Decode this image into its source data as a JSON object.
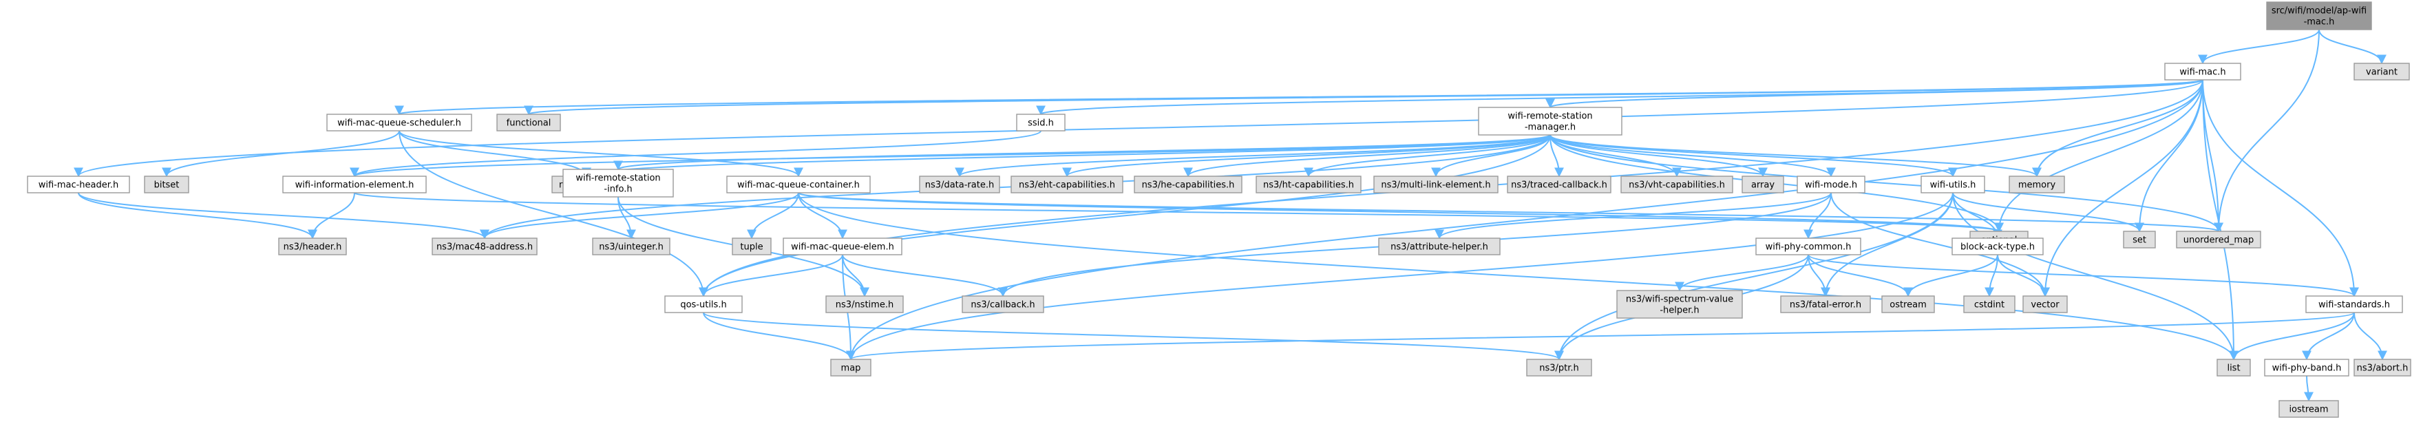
{
  "graph_title": "src/wifi/model/ap-wifi-mac.h",
  "colors": {
    "edge": "#63b8ff",
    "root_fill": "#999999",
    "local_fill": "#ffffff",
    "system_fill": "#e0e0e0",
    "node_border": "#999999"
  },
  "nodes": [
    {
      "id": "root",
      "kind": "root",
      "lines": [
        "src/wifi/model/ap-wifi",
        "-mac.h"
      ]
    },
    {
      "id": "variant",
      "kind": "system",
      "lines": [
        "variant"
      ]
    },
    {
      "id": "wifi_mac",
      "kind": "local",
      "lines": [
        "wifi-mac.h"
      ]
    },
    {
      "id": "functional",
      "kind": "system",
      "lines": [
        "functional"
      ]
    },
    {
      "id": "wifi_mac_queue_scheduler",
      "kind": "local",
      "lines": [
        "wifi-mac-queue-scheduler.h"
      ]
    },
    {
      "id": "ssid",
      "kind": "local",
      "lines": [
        "ssid.h"
      ]
    },
    {
      "id": "wifi_remote_station_manager",
      "kind": "local",
      "lines": [
        "wifi-remote-station",
        "-manager.h"
      ]
    },
    {
      "id": "memory",
      "kind": "system",
      "lines": [
        "memory"
      ]
    },
    {
      "id": "wifi_mac_header",
      "kind": "local",
      "lines": [
        "wifi-mac-header.h"
      ]
    },
    {
      "id": "bitset",
      "kind": "system",
      "lines": [
        "bitset"
      ]
    },
    {
      "id": "wifi_information_element",
      "kind": "local",
      "lines": [
        "wifi-information-element.h"
      ]
    },
    {
      "id": "ns3_object",
      "kind": "system",
      "lines": [
        "ns3/object.h"
      ]
    },
    {
      "id": "wifi_remote_station_info",
      "kind": "local",
      "lines": [
        "wifi-remote-station",
        "-info.h"
      ]
    },
    {
      "id": "wifi_mac_queue_container",
      "kind": "local",
      "lines": [
        "wifi-mac-queue-container.h"
      ]
    },
    {
      "id": "ns3_data_rate",
      "kind": "system",
      "lines": [
        "ns3/data-rate.h"
      ]
    },
    {
      "id": "ns3_eht_cap",
      "kind": "system",
      "lines": [
        "ns3/eht-capabilities.h"
      ]
    },
    {
      "id": "ns3_he_cap",
      "kind": "system",
      "lines": [
        "ns3/he-capabilities.h"
      ]
    },
    {
      "id": "ns3_ht_cap",
      "kind": "system",
      "lines": [
        "ns3/ht-capabilities.h"
      ]
    },
    {
      "id": "ns3_mle",
      "kind": "system",
      "lines": [
        "ns3/multi-link-element.h"
      ]
    },
    {
      "id": "ns3_traced_callback",
      "kind": "system",
      "lines": [
        "ns3/traced-callback.h"
      ]
    },
    {
      "id": "ns3_vht_cap",
      "kind": "system",
      "lines": [
        "ns3/vht-capabilities.h"
      ]
    },
    {
      "id": "array",
      "kind": "system",
      "lines": [
        "array"
      ]
    },
    {
      "id": "wifi_mode",
      "kind": "local",
      "lines": [
        "wifi-mode.h"
      ]
    },
    {
      "id": "wifi_utils",
      "kind": "local",
      "lines": [
        "wifi-utils.h"
      ]
    },
    {
      "id": "ns3_header",
      "kind": "system",
      "lines": [
        "ns3/header.h"
      ]
    },
    {
      "id": "ns3_mac48",
      "kind": "system",
      "lines": [
        "ns3/mac48-address.h"
      ]
    },
    {
      "id": "ns3_uinteger",
      "kind": "system",
      "lines": [
        "ns3/uinteger.h"
      ]
    },
    {
      "id": "tuple",
      "kind": "system",
      "lines": [
        "tuple"
      ]
    },
    {
      "id": "wifi_mac_queue_elem",
      "kind": "local",
      "lines": [
        "wifi-mac-queue-elem.h"
      ]
    },
    {
      "id": "ns3_attribute_helper",
      "kind": "system",
      "lines": [
        "ns3/attribute-helper.h"
      ]
    },
    {
      "id": "optional",
      "kind": "system",
      "lines": [
        "optional"
      ]
    },
    {
      "id": "set",
      "kind": "system",
      "lines": [
        "set"
      ]
    },
    {
      "id": "unordered_map",
      "kind": "system",
      "lines": [
        "unordered_map"
      ]
    },
    {
      "id": "wifi_phy_common",
      "kind": "local",
      "lines": [
        "wifi-phy-common.h"
      ]
    },
    {
      "id": "block_ack_type",
      "kind": "local",
      "lines": [
        "block-ack-type.h"
      ]
    },
    {
      "id": "qos_utils",
      "kind": "local",
      "lines": [
        "qos-utils.h"
      ]
    },
    {
      "id": "ns3_nstime",
      "kind": "system",
      "lines": [
        "ns3/nstime.h"
      ]
    },
    {
      "id": "ns3_callback",
      "kind": "system",
      "lines": [
        "ns3/callback.h"
      ]
    },
    {
      "id": "ns3_wifi_spectrum_value_helper",
      "kind": "system",
      "lines": [
        "ns3/wifi-spectrum-value",
        "-helper.h"
      ]
    },
    {
      "id": "ns3_fatal_error",
      "kind": "system",
      "lines": [
        "ns3/fatal-error.h"
      ]
    },
    {
      "id": "ostream",
      "kind": "system",
      "lines": [
        "ostream"
      ]
    },
    {
      "id": "cstdint",
      "kind": "system",
      "lines": [
        "cstdint"
      ]
    },
    {
      "id": "vector",
      "kind": "system",
      "lines": [
        "vector"
      ]
    },
    {
      "id": "wifi_standards",
      "kind": "local",
      "lines": [
        "wifi-standards.h"
      ]
    },
    {
      "id": "map",
      "kind": "system",
      "lines": [
        "map"
      ]
    },
    {
      "id": "ns3_ptr",
      "kind": "system",
      "lines": [
        "ns3/ptr.h"
      ]
    },
    {
      "id": "list",
      "kind": "system",
      "lines": [
        "list"
      ]
    },
    {
      "id": "wifi_phy_band",
      "kind": "local",
      "lines": [
        "wifi-phy-band.h"
      ]
    },
    {
      "id": "ns3_abort",
      "kind": "system",
      "lines": [
        "ns3/abort.h"
      ]
    },
    {
      "id": "iostream",
      "kind": "system",
      "lines": [
        "iostream"
      ]
    }
  ],
  "edges": [
    [
      "root",
      "variant"
    ],
    [
      "root",
      "wifi_mac"
    ],
    [
      "root",
      "unordered_map"
    ],
    [
      "wifi_mac",
      "functional"
    ],
    [
      "wifi_mac",
      "wifi_mac_queue_scheduler"
    ],
    [
      "wifi_mac",
      "ssid"
    ],
    [
      "wifi_mac",
      "wifi_remote_station_manager"
    ],
    [
      "wifi_mac",
      "memory"
    ],
    [
      "wifi_mac",
      "wifi_mac_header"
    ],
    [
      "wifi_mac",
      "wifi_standards"
    ],
    [
      "wifi_mac",
      "map"
    ],
    [
      "wifi_mac",
      "list"
    ],
    [
      "wifi_mac",
      "optional"
    ],
    [
      "wifi_mac",
      "set"
    ],
    [
      "wifi_mac",
      "unordered_map"
    ],
    [
      "wifi_mac",
      "vector"
    ],
    [
      "wifi_mac",
      "qos_utils"
    ],
    [
      "wifi_mac_queue_scheduler",
      "bitset"
    ],
    [
      "wifi_mac_queue_scheduler",
      "ns3_object"
    ],
    [
      "wifi_mac_queue_scheduler",
      "wifi_mac_queue_container"
    ],
    [
      "wifi_mac_queue_scheduler",
      "qos_utils"
    ],
    [
      "ssid",
      "wifi_information_element"
    ],
    [
      "wifi_remote_station_manager",
      "ns3_object"
    ],
    [
      "wifi_remote_station_manager",
      "wifi_information_element"
    ],
    [
      "wifi_remote_station_manager",
      "wifi_remote_station_info"
    ],
    [
      "wifi_remote_station_manager",
      "ns3_data_rate"
    ],
    [
      "wifi_remote_station_manager",
      "ns3_eht_cap"
    ],
    [
      "wifi_remote_station_manager",
      "ns3_he_cap"
    ],
    [
      "wifi_remote_station_manager",
      "ns3_ht_cap"
    ],
    [
      "wifi_remote_station_manager",
      "ns3_mle"
    ],
    [
      "wifi_remote_station_manager",
      "ns3_traced_callback"
    ],
    [
      "wifi_remote_station_manager",
      "ns3_vht_cap"
    ],
    [
      "wifi_remote_station_manager",
      "array"
    ],
    [
      "wifi_remote_station_manager",
      "wifi_mode"
    ],
    [
      "wifi_remote_station_manager",
      "wifi_utils"
    ],
    [
      "wifi_remote_station_manager",
      "memory"
    ],
    [
      "wifi_remote_station_manager",
      "unordered_map"
    ],
    [
      "wifi_remote_station_manager",
      "optional"
    ],
    [
      "wifi_remote_station_manager",
      "ns3_mac48"
    ],
    [
      "wifi_remote_station_manager",
      "qos_utils"
    ],
    [
      "wifi_mac_header",
      "ns3_header"
    ],
    [
      "wifi_mac_header",
      "ns3_mac48"
    ],
    [
      "wifi_information_element",
      "ns3_header"
    ],
    [
      "wifi_information_element",
      "optional"
    ],
    [
      "wifi_remote_station_info",
      "ns3_uinteger"
    ],
    [
      "wifi_remote_station_info",
      "ns3_nstime"
    ],
    [
      "wifi_mac_queue_container",
      "tuple"
    ],
    [
      "wifi_mac_queue_container",
      "wifi_mac_queue_elem"
    ],
    [
      "wifi_mac_queue_container",
      "ns3_mac48"
    ],
    [
      "wifi_mac_queue_container",
      "optional"
    ],
    [
      "wifi_mac_queue_container",
      "unordered_map"
    ],
    [
      "wifi_mac_queue_container",
      "list"
    ],
    [
      "wifi_mac_queue_elem",
      "qos_utils"
    ],
    [
      "wifi_mac_queue_elem",
      "ns3_nstime"
    ],
    [
      "wifi_mac_queue_elem",
      "ns3_callback"
    ],
    [
      "wifi_mac_queue_elem",
      "map"
    ],
    [
      "wifi_mode",
      "ns3_attribute_helper"
    ],
    [
      "wifi_mode",
      "wifi_phy_common"
    ],
    [
      "wifi_mode",
      "vector"
    ],
    [
      "wifi_mode",
      "ns3_callback"
    ],
    [
      "wifi_utils",
      "block_ack_type"
    ],
    [
      "wifi_utils",
      "ns3_ptr"
    ],
    [
      "wifi_utils",
      "list"
    ],
    [
      "wifi_utils",
      "map"
    ],
    [
      "wifi_utils",
      "set"
    ],
    [
      "wifi_utils",
      "ns3_fatal_error"
    ],
    [
      "wifi_phy_common",
      "ns3_wifi_spectrum_value_helper"
    ],
    [
      "wifi_phy_common",
      "ns3_fatal_error"
    ],
    [
      "wifi_phy_common",
      "ostream"
    ],
    [
      "wifi_phy_common",
      "ns3_ptr"
    ],
    [
      "wifi_phy_common",
      "wifi_standards"
    ],
    [
      "block_ack_type",
      "cstdint"
    ],
    [
      "block_ack_type",
      "ostream"
    ],
    [
      "block_ack_type",
      "vector"
    ],
    [
      "qos_utils",
      "map"
    ],
    [
      "qos_utils",
      "ns3_ptr"
    ],
    [
      "wifi_standards",
      "wifi_phy_band"
    ],
    [
      "wifi_standards",
      "ns3_abort"
    ],
    [
      "wifi_standards",
      "list"
    ],
    [
      "wifi_standards",
      "map"
    ],
    [
      "wifi_phy_band",
      "iostream"
    ]
  ]
}
